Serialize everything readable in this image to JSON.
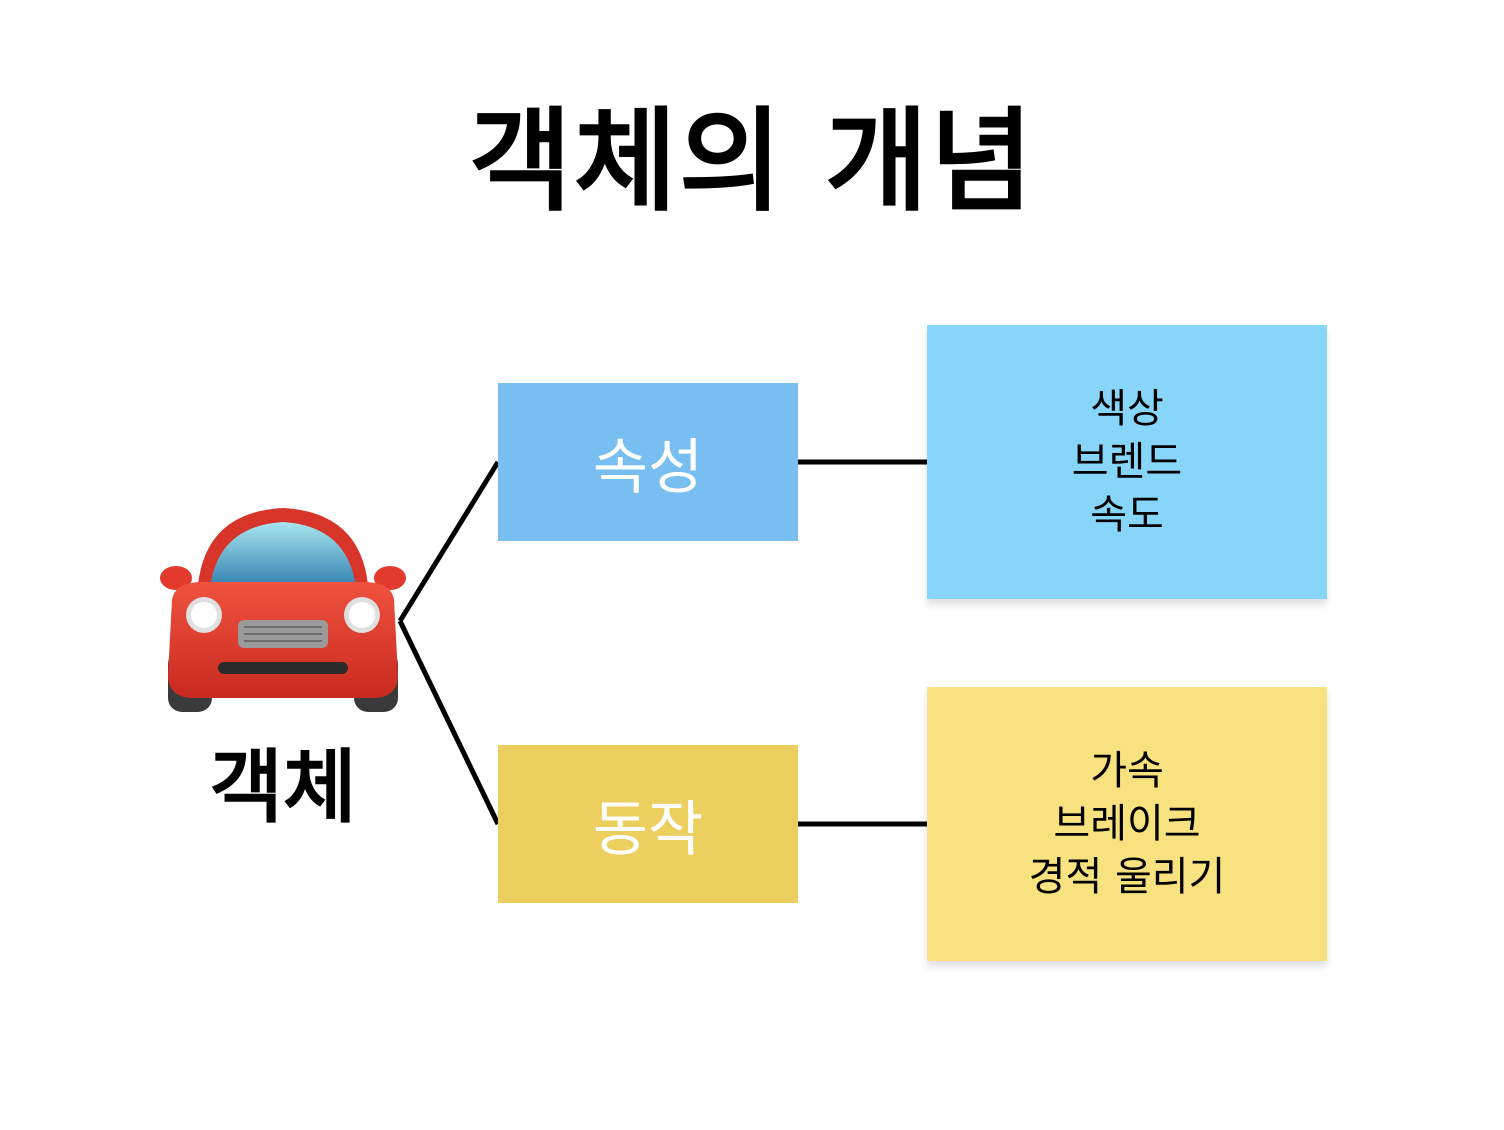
{
  "title": "객체의 개념",
  "object": {
    "icon": "car-icon",
    "label": "객체",
    "car_color": "#e23b2e"
  },
  "attributes": {
    "label": "속성",
    "color": "#78bef0",
    "details": [
      "색상",
      "브렌드",
      "속도"
    ],
    "detail_color": "#87d6fa"
  },
  "actions": {
    "label": "동작",
    "color": "#edcf5f",
    "details": [
      "가속",
      "브레이크",
      "경적 울리기"
    ],
    "detail_color": "#f8e17f"
  }
}
